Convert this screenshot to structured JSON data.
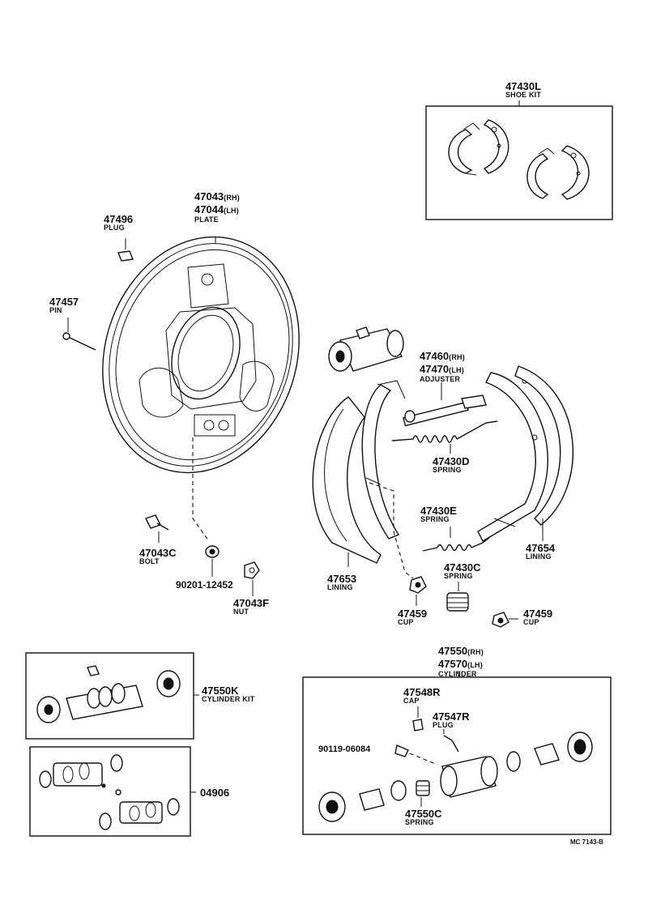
{
  "parts": {
    "shoe_kit": {
      "number": "47430L",
      "name": "SHOE KIT"
    },
    "plate": {
      "number_rh": "47043",
      "suffix_rh": "(RH)",
      "number_lh": "47044",
      "suffix_lh": "(LH)",
      "name": "PLATE"
    },
    "plug_47496": {
      "number": "47496",
      "name": "PLUG"
    },
    "pin": {
      "number": "47457",
      "name": "PIN"
    },
    "adjuster": {
      "number_rh": "47460",
      "suffix_rh": "(RH)",
      "number_lh": "47470",
      "suffix_lh": "(LH)",
      "name": "ADJUSTER"
    },
    "spring_d": {
      "number": "47430D",
      "name": "SPRING"
    },
    "spring_e": {
      "number": "47430E",
      "name": "SPRING"
    },
    "spring_c": {
      "number": "47430C",
      "name": "SPRING"
    },
    "lining_right": {
      "number": "47654",
      "name": "LINING"
    },
    "lining_left": {
      "number": "47653",
      "name": "LINING"
    },
    "bolt": {
      "number": "47043C",
      "name": "BOLT"
    },
    "washer": {
      "number": "90201-12452"
    },
    "nut": {
      "number": "47043F",
      "name": "NUT"
    },
    "cup_left": {
      "number": "47459",
      "name": "CUP"
    },
    "cup_right": {
      "number": "47459",
      "name": "CUP"
    },
    "cylinder": {
      "number_rh": "47550",
      "suffix_rh": "(RH)",
      "number_lh": "47570",
      "suffix_lh": "(LH)",
      "name": "CYLINDER"
    },
    "cylinder_kit": {
      "number": "47550K",
      "name": "CYLINDER KIT"
    },
    "kit_04906": {
      "number": "04906"
    },
    "cap": {
      "number": "47548R",
      "name": "CAP"
    },
    "plug_47547": {
      "number": "47547R",
      "name": "PLUG"
    },
    "bleeder": {
      "number": "90119-06084"
    },
    "spring_47550c": {
      "number": "47550C",
      "name": "SPRING"
    }
  },
  "footer": {
    "code": "MC  7143-B"
  }
}
